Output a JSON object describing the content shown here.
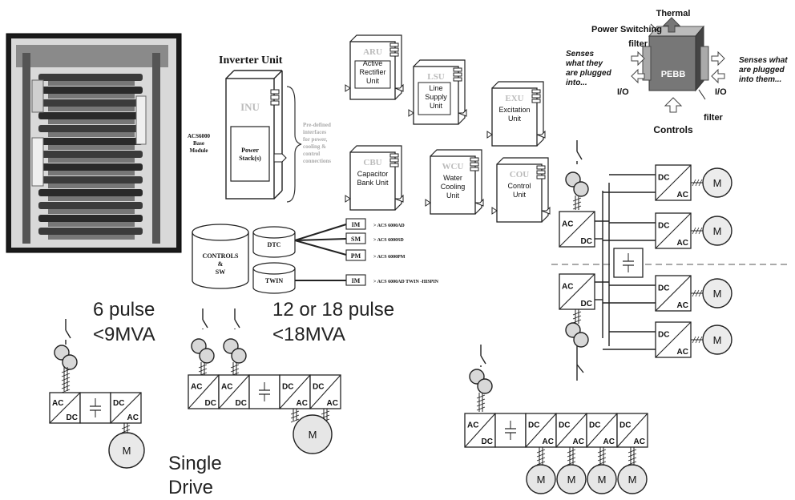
{
  "photo": {
    "alt": "photo of power stack"
  },
  "inverter": {
    "title": "Inverter Unit",
    "abbr": "INU",
    "stack": [
      "Power",
      "Stack(s)"
    ],
    "base": [
      "ACS6000",
      "Base",
      "Module"
    ],
    "interfaces": [
      "Pre-defined",
      "interfaces",
      "for power,",
      "cooling &",
      "control",
      "connections"
    ]
  },
  "units": [
    {
      "abbr": "ARU",
      "name": [
        "Active",
        "Rectifier",
        "Unit"
      ]
    },
    {
      "abbr": "LSU",
      "name": [
        "Line",
        "Supply",
        "Unit"
      ]
    },
    {
      "abbr": "EXU",
      "name": [
        "Excitation",
        "Unit"
      ]
    },
    {
      "abbr": "CBU",
      "name": [
        "Capacitor",
        "Bank Unit"
      ]
    },
    {
      "abbr": "WCU",
      "name": [
        "Water",
        "Cooling",
        "Unit"
      ]
    },
    {
      "abbr": "COU",
      "name": [
        "Control",
        "Unit"
      ]
    }
  ],
  "controls": {
    "label": [
      "CONTROLS",
      "&",
      "SW"
    ],
    "dtc": "DTC",
    "twin": "TWIN"
  },
  "motor_types": [
    {
      "code": "IM",
      "product": "> ACS 6000AD"
    },
    {
      "code": "SM",
      "product": "> ACS 6000SD"
    },
    {
      "code": "PM",
      "product": "> ACS 6000PM"
    },
    {
      "code": "IM",
      "product": "> ACS 6000AD TWIN  -HISPIN"
    }
  ],
  "pebb": {
    "label": "PEBB",
    "thermal": "Thermal",
    "power_switching": "Power Switching",
    "filter_top": "filter",
    "filter_bottom": "filter",
    "io_left": "I/O",
    "io_right": "I/O",
    "controls": "Controls",
    "senses_left": [
      "Senses",
      "what they",
      "are plugged",
      "into..."
    ],
    "senses_right": [
      "Senses what",
      "are plugged",
      "into them..."
    ]
  },
  "labels": {
    "six_pulse": [
      "6 pulse",
      "<9MVA"
    ],
    "twelve_pulse": [
      "12 or 18 pulse",
      "<18MVA"
    ],
    "single_drive": [
      "Single",
      "Drive"
    ]
  },
  "converter": {
    "ac": "AC",
    "dc": "DC",
    "cap": "⊥",
    "motor": "M"
  }
}
